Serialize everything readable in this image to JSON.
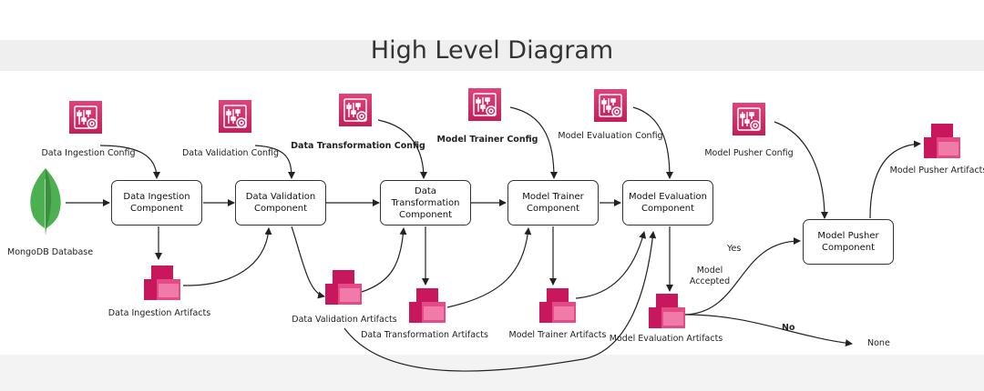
{
  "title": "High Level Diagram",
  "database": {
    "label": "MongoDB Database",
    "icon": "mongodb-leaf-icon"
  },
  "configs": [
    {
      "id": "ingestion-config",
      "label": "Data Ingestion Config",
      "icon": "settings-config-icon"
    },
    {
      "id": "validation-config",
      "label": "Data Validation Config",
      "icon": "settings-config-icon"
    },
    {
      "id": "transformation-config",
      "label": "Data Transformation Config",
      "icon": "settings-config-icon"
    },
    {
      "id": "trainer-config",
      "label": "Model Trainer Config",
      "icon": "settings-config-icon"
    },
    {
      "id": "evaluation-config",
      "label": "Model Evaluation Config",
      "icon": "settings-config-icon"
    },
    {
      "id": "pusher-config",
      "label": "Model Pusher Config",
      "icon": "settings-config-icon"
    }
  ],
  "components": [
    {
      "id": "ingestion-component",
      "label": "Data Ingestion\nComponent"
    },
    {
      "id": "validation-component",
      "label": "Data Validation\nComponent"
    },
    {
      "id": "transformation-component",
      "label": "Data Transformation\nComponent"
    },
    {
      "id": "trainer-component",
      "label": "Model Trainer\nComponent"
    },
    {
      "id": "evaluation-component",
      "label": "Model Evaluation\nComponent"
    },
    {
      "id": "pusher-component",
      "label": "Model Pusher\nComponent"
    }
  ],
  "artifacts": [
    {
      "id": "ingestion-artifacts",
      "label": "Data Ingestion Artifacts",
      "icon": "artifact-boxes-icon"
    },
    {
      "id": "validation-artifacts",
      "label": "Data Validation Artifacts",
      "icon": "artifact-boxes-icon"
    },
    {
      "id": "transformation-artifacts",
      "label": "Data Transformation Artifacts",
      "icon": "artifact-boxes-icon"
    },
    {
      "id": "trainer-artifacts",
      "label": "Model Trainer Artifacts",
      "icon": "artifact-boxes-icon"
    },
    {
      "id": "evaluation-artifacts",
      "label": "Model Evaluation Artifacts",
      "icon": "artifact-boxes-icon"
    },
    {
      "id": "pusher-artifacts",
      "label": "Model Pusher Artifacts",
      "icon": "artifact-boxes-icon"
    }
  ],
  "decision": {
    "question": "Model\nAccepted",
    "yes": "Yes",
    "no": "No",
    "none": "None"
  },
  "colors": {
    "icon_dark": "#c21f5b",
    "icon_light": "#e0447a",
    "artifact_dark": "#c8175c",
    "artifact_light": "#f07aa8",
    "leaf": "#4caf50",
    "line": "#222222"
  }
}
